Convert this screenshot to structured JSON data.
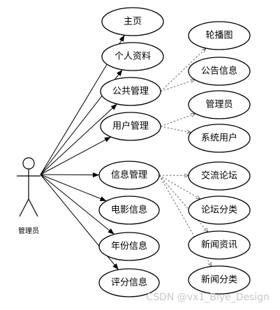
{
  "actor": {
    "label": "管理员"
  },
  "primary_use_cases": [
    {
      "id": "home",
      "label": "主页"
    },
    {
      "id": "profile",
      "label": "个人资料"
    },
    {
      "id": "public",
      "label": "公共管理"
    },
    {
      "id": "user",
      "label": "用户管理"
    },
    {
      "id": "info",
      "label": "信息管理"
    },
    {
      "id": "movie",
      "label": "电影信息"
    },
    {
      "id": "year",
      "label": "年份信息"
    },
    {
      "id": "rating",
      "label": "评分信息"
    }
  ],
  "secondary_use_cases": [
    {
      "id": "carousel",
      "label": "轮播图",
      "parent": "public"
    },
    {
      "id": "notice",
      "label": "公告信息",
      "parent": "public"
    },
    {
      "id": "admin",
      "label": "管理员",
      "parent": "user"
    },
    {
      "id": "sysuser",
      "label": "系统用户",
      "parent": "user"
    },
    {
      "id": "forum",
      "label": "交流论坛",
      "parent": "info"
    },
    {
      "id": "forumcat",
      "label": "论坛分类",
      "parent": "info"
    },
    {
      "id": "news",
      "label": "新闻资讯",
      "parent": "info"
    },
    {
      "id": "newscat",
      "label": "新闻分类",
      "parent": "info"
    }
  ],
  "watermark": "CSDN @vx1_Biye_Design"
}
